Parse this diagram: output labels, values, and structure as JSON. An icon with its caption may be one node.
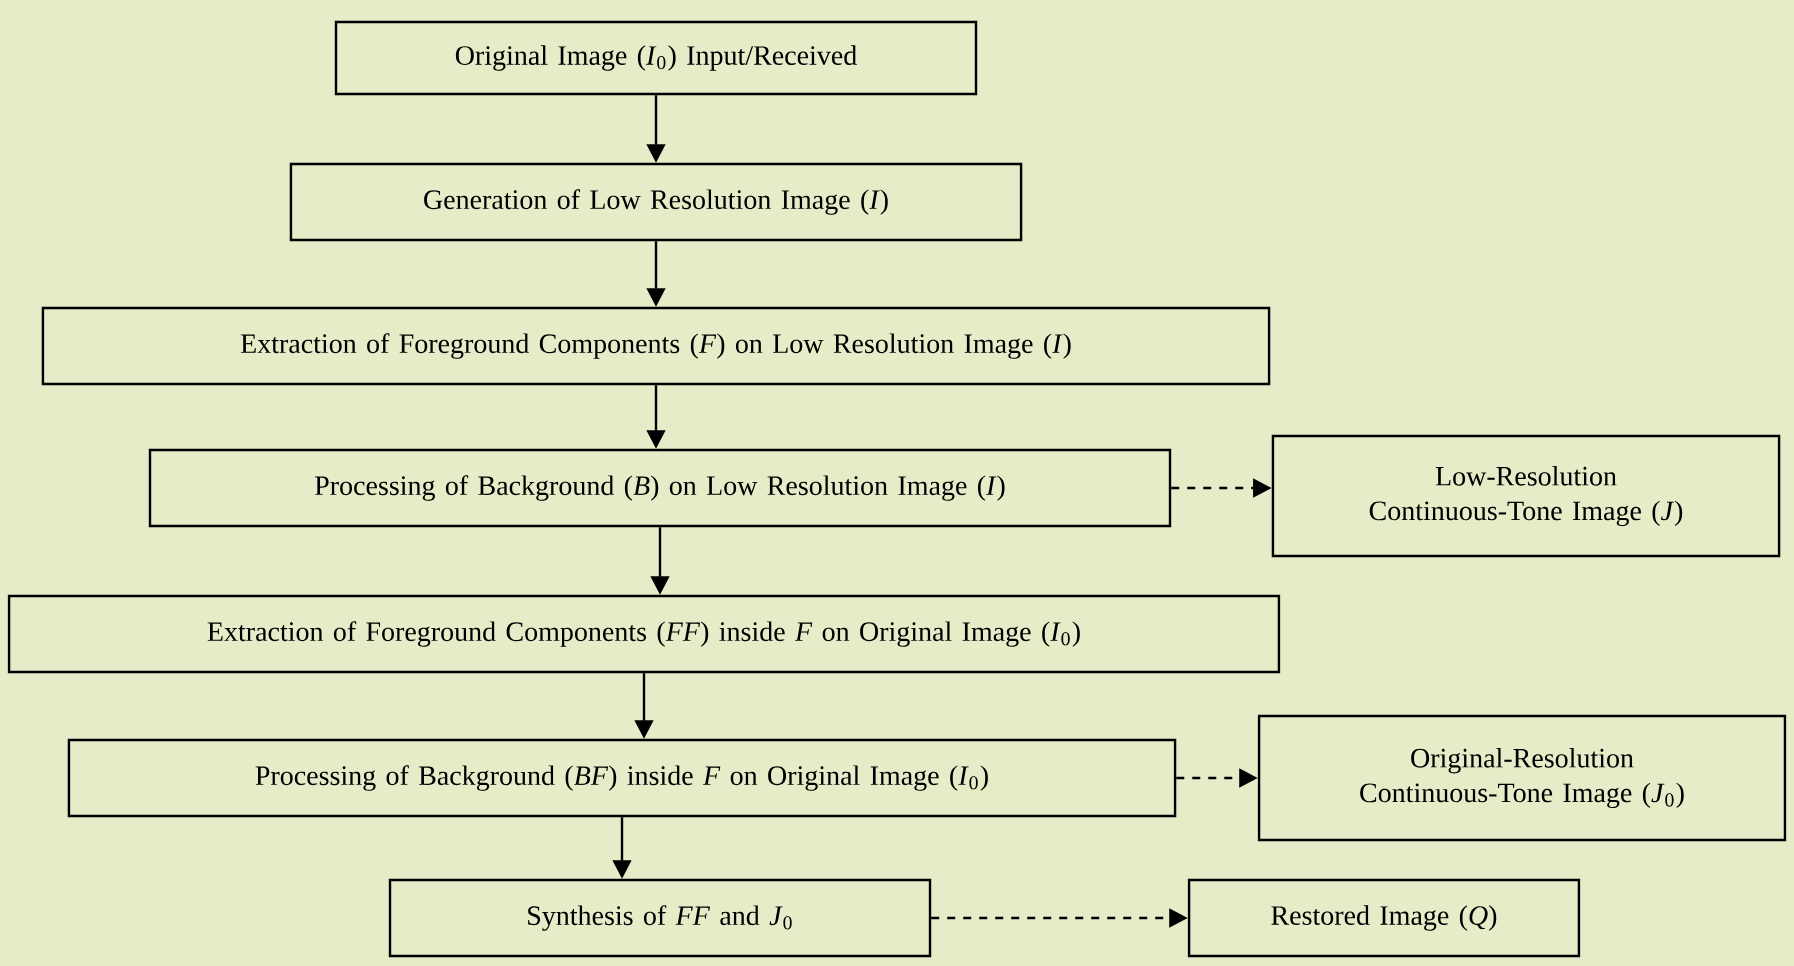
{
  "diagram": {
    "nodes": [
      {
        "text": [
          "Original Image (*I*$_{0}$) Input/Received"
        ]
      },
      {
        "text": [
          "Generation of Low Resolution Image (*I*)"
        ]
      },
      {
        "text": [
          "Extraction of Foreground Components (*F*) on Low Resolution Image (*I*)"
        ]
      },
      {
        "text": [
          "Processing of Background (*B*) on Low Resolution Image (*I*)"
        ]
      },
      {
        "text": [
          "Low-Resolution Continuous-Tone Image (*J*)"
        ]
      },
      {
        "text": [
          "Extraction of Foreground Components (*FF*) inside *F* on Original Image (*I*$_{0}$)"
        ]
      },
      {
        "text": [
          "Processing of Background (*BF*) inside *F* on Original Image (*I*$_{0}$)"
        ]
      },
      {
        "text": [
          "Original-Resolution Continuous-Tone Image (*J*$_{0}$)"
        ]
      },
      {
        "text": [
          "Synthesis of *FF* and *J*$_{0}$"
        ]
      },
      {
        "text": [
          "Restored Image (*Q*)"
        ]
      }
    ],
    "edges": [
      {
        "from": 0,
        "to": 1,
        "arrow": "to"
      },
      {
        "from": 1,
        "to": 2,
        "arrow": "to"
      },
      {
        "from": 2,
        "to": 3,
        "arrow": "to"
      },
      {
        "from": 3,
        "to": 4,
        "arrow": "to",
        "style": "dashed"
      },
      {
        "from": 3,
        "to": 5,
        "arrow": "to"
      },
      {
        "from": 5,
        "to": 6,
        "arrow": "to"
      },
      {
        "from": 6,
        "to": 7,
        "arrow": "to",
        "style": "dashed"
      },
      {
        "from": 6,
        "to": 8,
        "arrow": "to"
      },
      {
        "from": 8,
        "to": 9,
        "arrow": "to",
        "style": "dashed"
      }
    ]
  }
}
